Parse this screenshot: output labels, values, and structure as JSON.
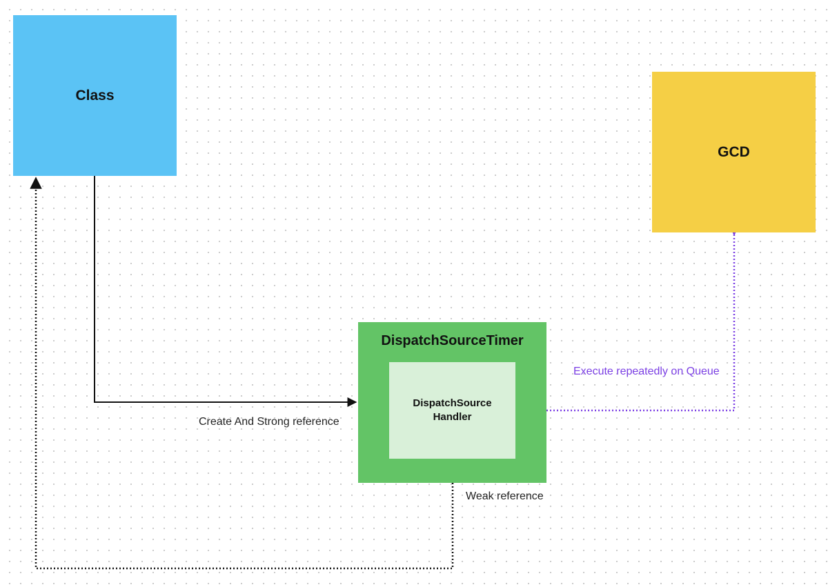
{
  "nodes": {
    "class_label": "Class",
    "gcd_label": "GCD",
    "timer_label": "DispatchSourceTimer",
    "handler_label": "DispatchSource\nHandler"
  },
  "edges": {
    "strong_label": "Create And Strong reference",
    "weak_label": "Weak reference",
    "exec_label": "Execute repeatedly on Queue"
  },
  "colors": {
    "class_fill": "#5bc3f5",
    "gcd_fill": "#f5cf45",
    "timer_fill": "#63c466",
    "handler_fill": "#d9f0d9",
    "exec_arrow": "#7b3fe4",
    "arrow": "#111111"
  }
}
